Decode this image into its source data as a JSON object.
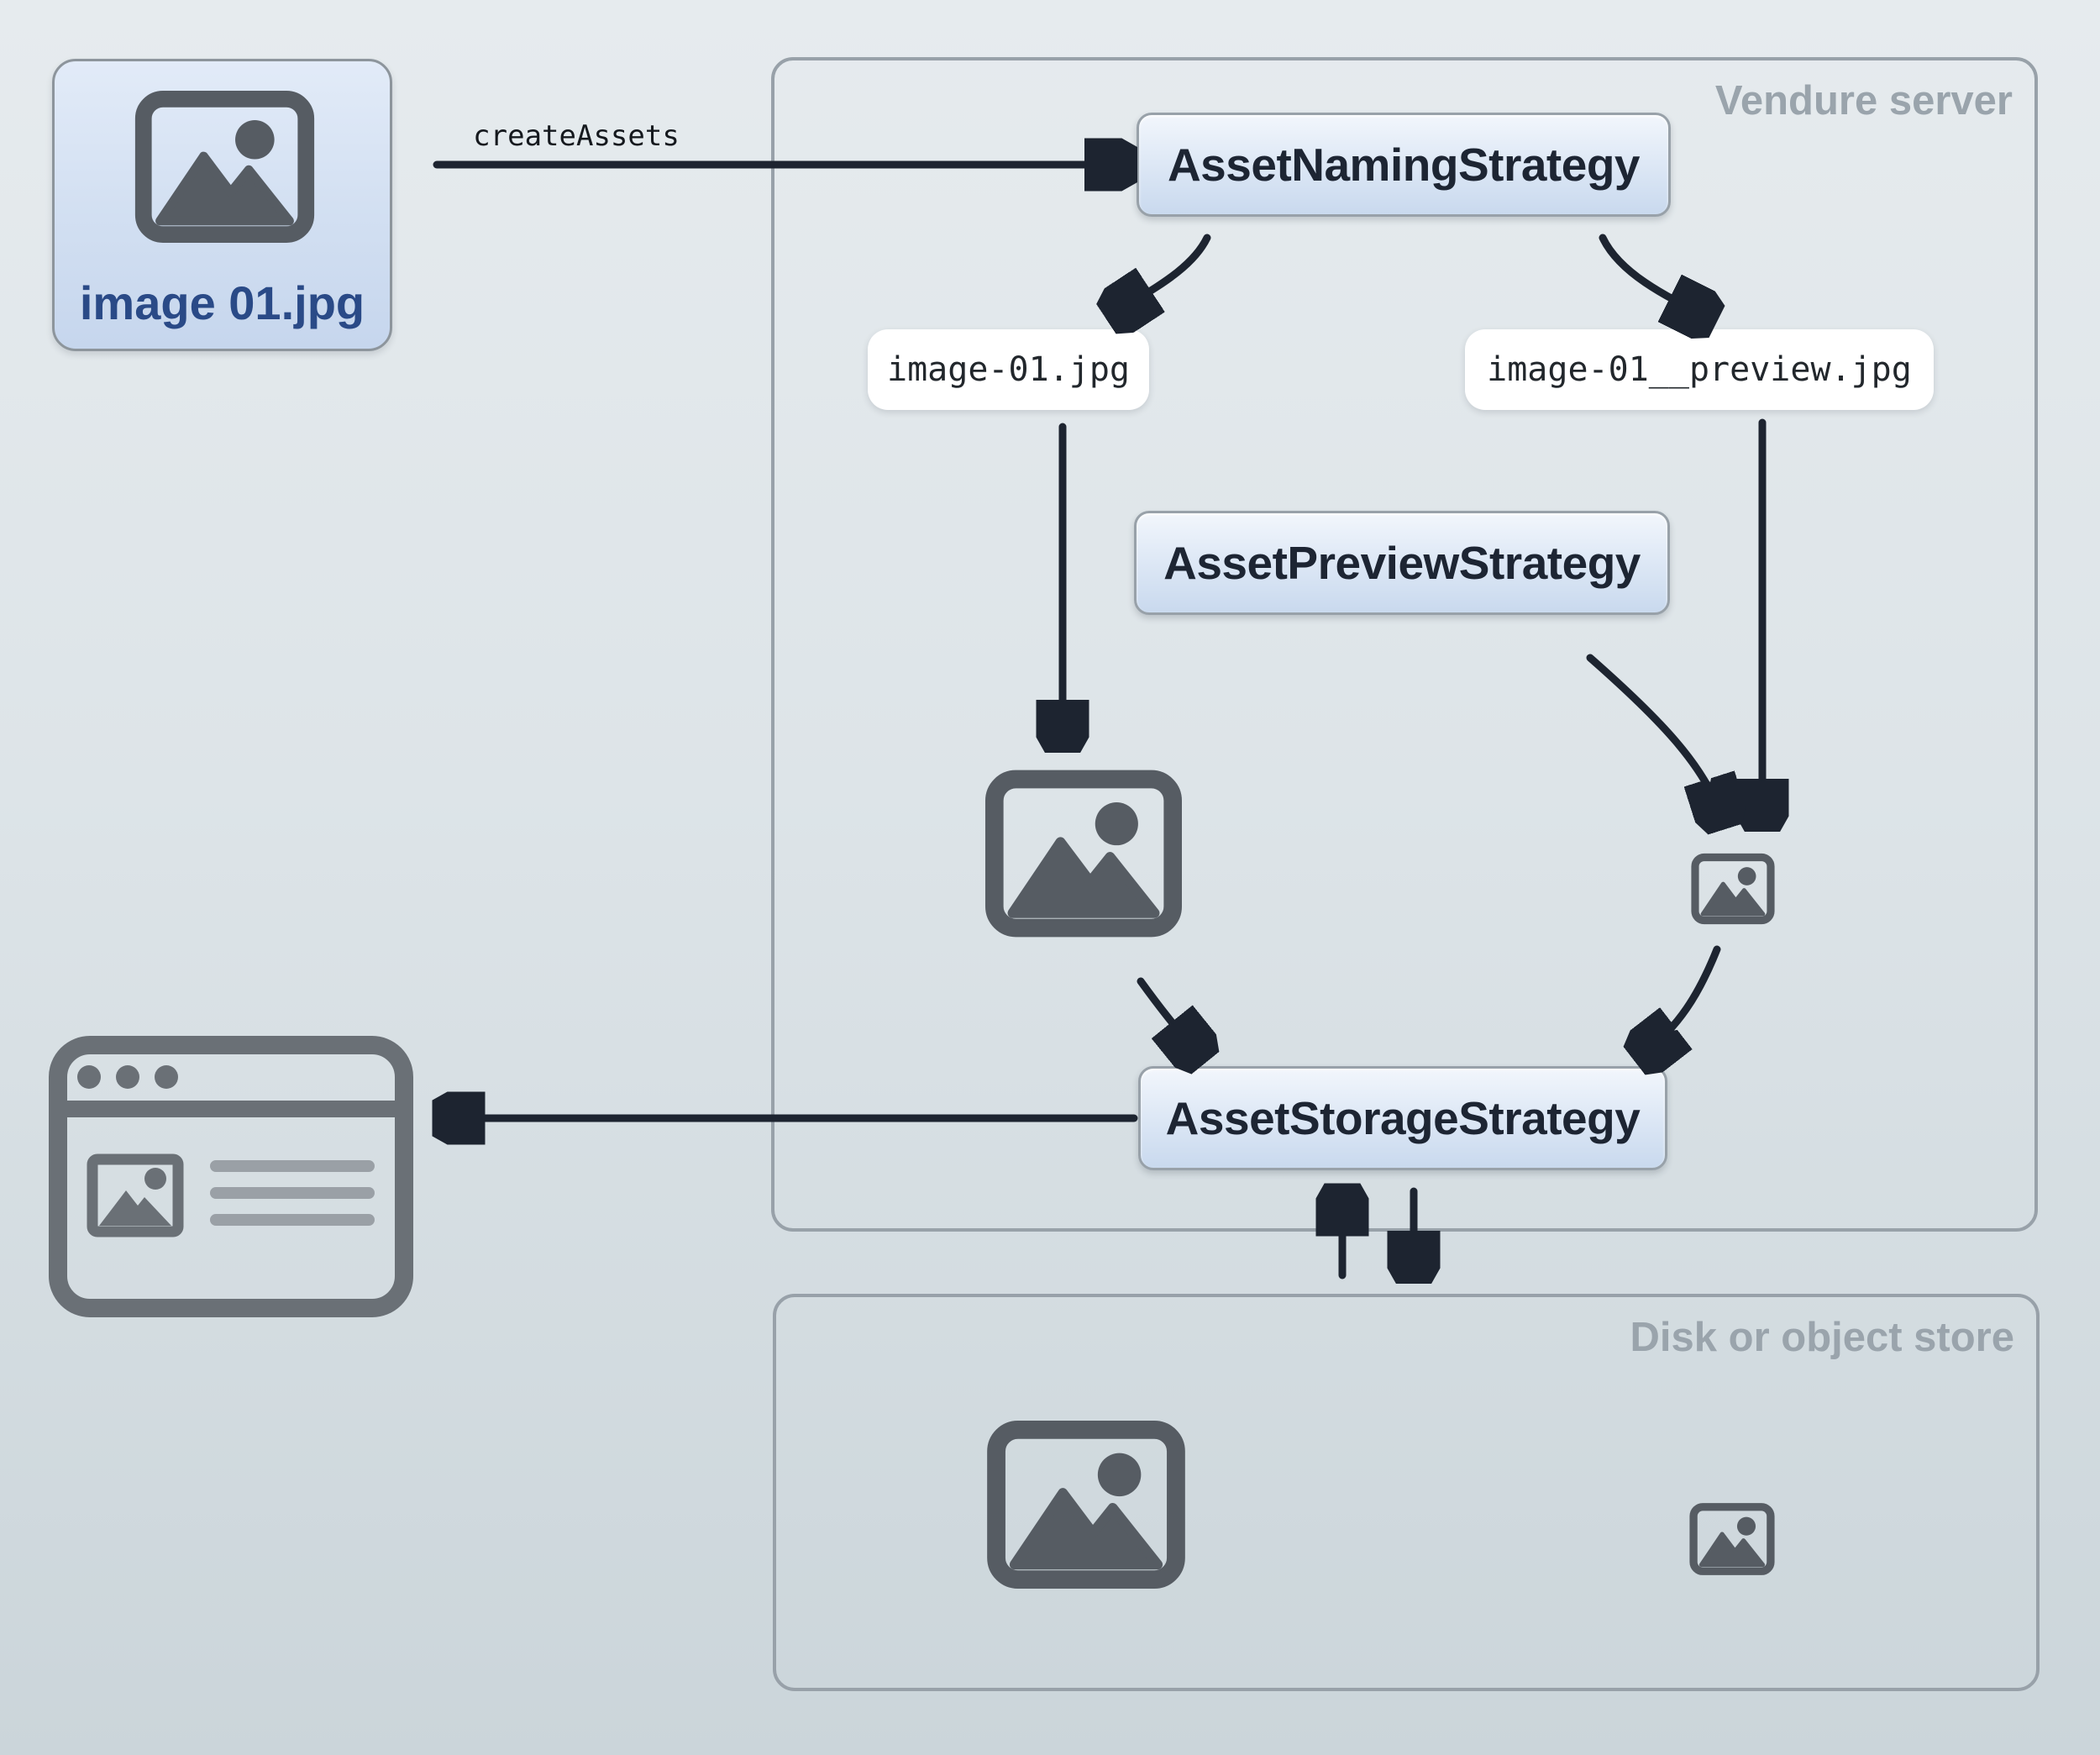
{
  "source_image": {
    "label": "image 01.jpg"
  },
  "flow": {
    "create_assets_label": "createAssets"
  },
  "vendure_server": {
    "title": "Vendure server",
    "asset_naming_strategy": "AssetNamingStrategy",
    "source_filename": "image-01.jpg",
    "preview_filename": "image-01__preview.jpg",
    "asset_preview_strategy": "AssetPreviewStrategy",
    "asset_storage_strategy": "AssetStorageStrategy"
  },
  "disk_store": {
    "title": "Disk or object store"
  },
  "colors": {
    "background_top": "#e6ebee",
    "background_bottom": "#cbd5da",
    "box_border": "#98a1a9",
    "box_fill_top": "#f2f6fc",
    "box_fill_bottom": "#c9d9ee",
    "strategy_text": "#1d2533",
    "filename_pill_bg": "#ffffff",
    "code_text": "#22272c",
    "container_label": "#9aa4ac",
    "file_label": "#2a4a87",
    "icon_gray": "#565c63",
    "browser_gray": "#6a7076",
    "arrow": "#1d2430"
  }
}
